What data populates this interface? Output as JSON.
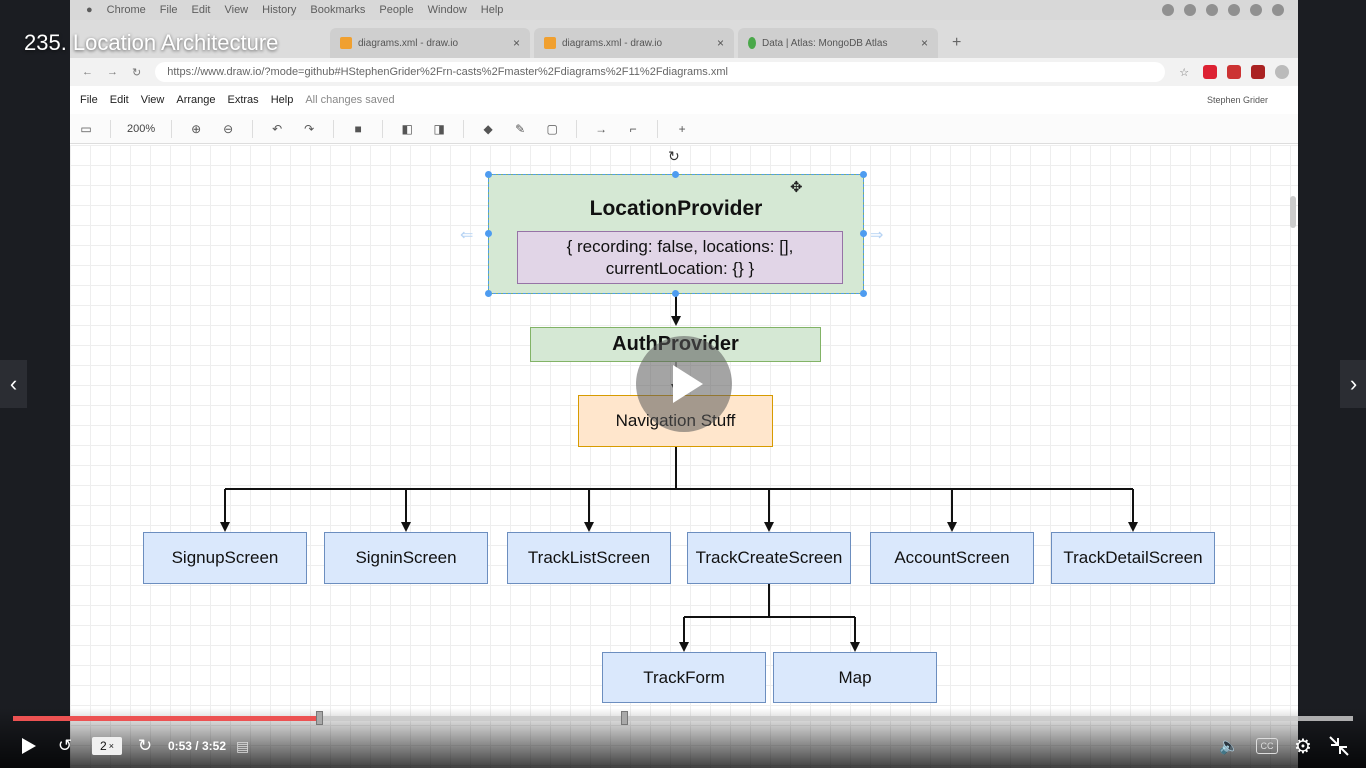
{
  "player": {
    "title": "235. Location Architecture",
    "current_time": "0:53",
    "duration": "3:52",
    "time_display": "0:53 / 3:52",
    "speed": "2",
    "speed_suffix": "×",
    "progress_fraction": 0.228,
    "cc_label": "CC"
  },
  "browser": {
    "mac_menu": [
      "Chrome",
      "File",
      "Edit",
      "View",
      "History",
      "Bookmarks",
      "People",
      "Window",
      "Help"
    ],
    "tabs": [
      {
        "label": "diagrams.xml - draw.io"
      },
      {
        "label": "diagrams.xml - draw.io"
      },
      {
        "label": "Data | Atlas: MongoDB Atlas"
      }
    ],
    "url": "https://www.draw.io/?mode=github#HStephenGrider%2Frn-casts%2Fmaster%2Fdiagrams%2F11%2Fdiagrams.xml"
  },
  "drawio": {
    "menu": [
      "File",
      "Edit",
      "View",
      "Arrange",
      "Extras",
      "Help"
    ],
    "saved_status": "All changes saved",
    "user": "Stephen Grider",
    "zoom": "200%"
  },
  "diagram": {
    "location_provider": "LocationProvider",
    "location_state_line1": "{ recording: false, locations: [],",
    "location_state_line2": "currentLocation: {} }",
    "auth_provider": "AuthProvider",
    "navigation": "Navigation Stuff",
    "screens": [
      "SignupScreen",
      "SigninScreen",
      "TrackListScreen",
      "TrackCreateScreen",
      "AccountScreen",
      "TrackDetailScreen"
    ],
    "sub_screens": [
      "TrackForm",
      "Map"
    ]
  },
  "colors": {
    "progress": "#ec5252",
    "green_fill": "#d5e8d4",
    "purple_fill": "#e1d5e7",
    "orange_fill": "#ffe6cc",
    "blue_fill": "#dae8fc",
    "selection": "#4e9cf0"
  },
  "icons": {
    "play": "play-icon",
    "replay": "rewind-icon",
    "forward": "forward-icon",
    "notes": "notes-icon",
    "volume": "volume-icon",
    "settings": "gear-icon",
    "fullscreen": "exit-fullscreen-icon",
    "prev": "chevron-left-icon",
    "next": "chevron-right-icon"
  }
}
